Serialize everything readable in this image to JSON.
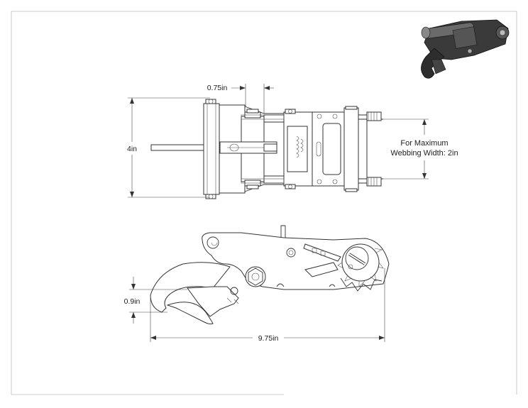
{
  "drawing": {
    "dimensions": {
      "top_width": "0.75in",
      "overall_height": "4in",
      "hook_gap": "0.9in",
      "overall_length": "9.75in"
    },
    "note": {
      "line1": "For Maximum",
      "line2": "Webbing Width: 2in"
    }
  }
}
